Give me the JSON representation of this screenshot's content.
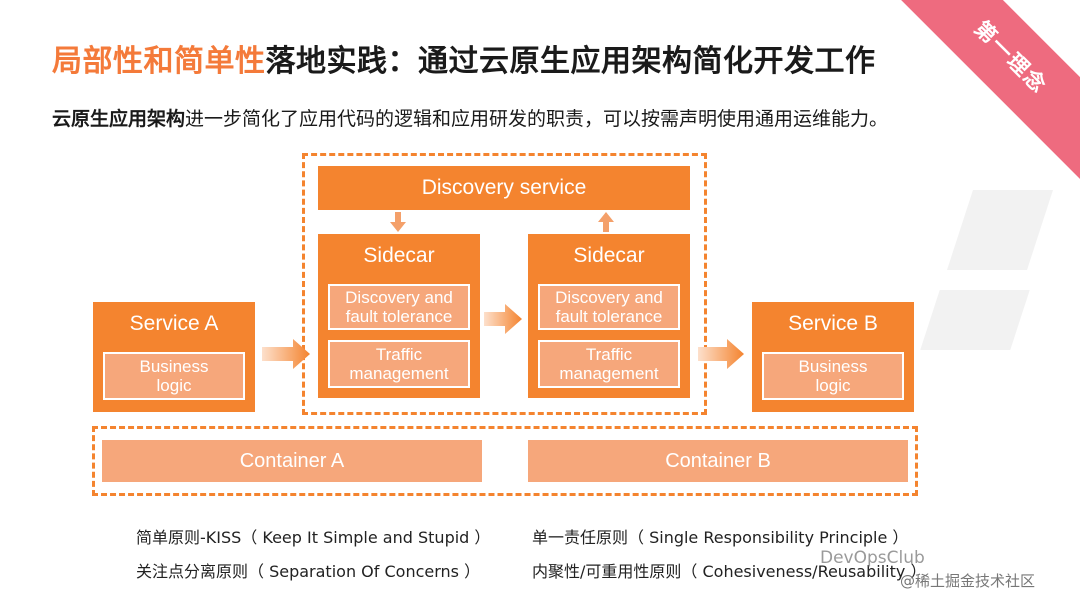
{
  "ribbon": "第一理念",
  "title": {
    "highlight": "局部性和简单性",
    "rest": "落地实践：通过云原生应用架构简化开发工作"
  },
  "subtitle": {
    "bold": "云原生应用架构",
    "rest": "进一步简化了应用代码的逻辑和应用研发的职责，可以按需声明使用通用运维能力。"
  },
  "diagram": {
    "discovery_service": "Discovery service",
    "service_a": {
      "title": "Service A",
      "inner": "Business logic"
    },
    "service_b": {
      "title": "Service B",
      "inner": "Business logic"
    },
    "sidecar_left": {
      "title": "Sidecar",
      "item1": "Discovery and fault tolerance",
      "item2": "Traffic management"
    },
    "sidecar_right": {
      "title": "Sidecar",
      "item1": "Discovery and fault tolerance",
      "item2": "Traffic management"
    },
    "container_a": "Container A",
    "container_b": "Container B"
  },
  "principles": {
    "p1": "简单原则-KISS（ Keep It Simple and Stupid ）",
    "p2": "单一责任原则（ Single Responsibility Principle ）",
    "p3": "关注点分离原则（ Separation Of Concerns ）",
    "p4": "内聚性/可重用性原则（ Cohesiveness/Reusability ）"
  },
  "watermark": "DevOpsClub",
  "watermark2": "@稀土掘金技术社区",
  "colors": {
    "accent": "#f4842f",
    "light": "#f6a77b",
    "ribbon": "#ee6b7f"
  }
}
